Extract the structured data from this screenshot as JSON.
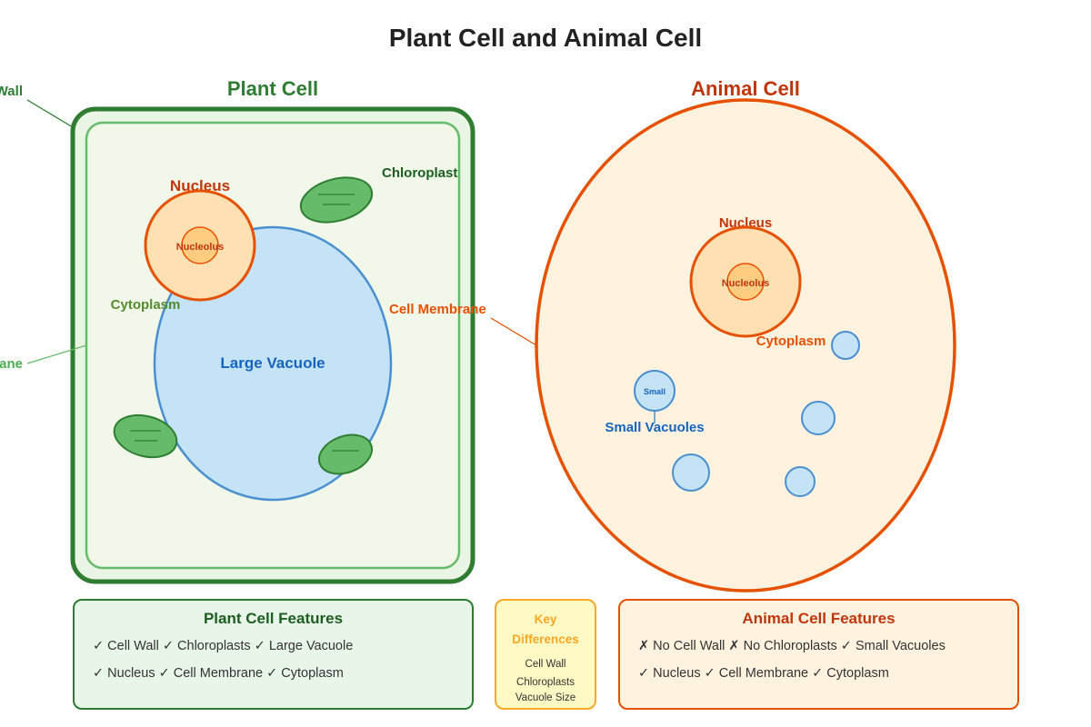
{
  "title": "Plant Cell and Animal Cell",
  "plant_cell": {
    "title": "Plant Cell",
    "labels": {
      "cell_wall": "Cell Wall",
      "cell_membrane": "Cell Membrane",
      "nucleus": "Nucleus",
      "nucleolus": "Nucleolus",
      "chloroplast": "Chloroplast",
      "cytoplasm": "Cytoplasm",
      "vacuole": "Large Vacuole"
    }
  },
  "animal_cell": {
    "title": "Animal Cell",
    "labels": {
      "cell_membrane": "Cell Membrane",
      "nucleus": "Nucleus",
      "nucleolus": "Nucleolus",
      "cytoplasm": "Cytoplasm",
      "small_vacuole": "Small",
      "small_vacuoles": "Small Vacuoles"
    }
  },
  "plant_features": {
    "title": "Plant Cell Features",
    "line1": "✓ Cell Wall ✓ Chloroplasts ✓ Large Vacuole",
    "line2": "✓ Nucleus ✓ Cell Membrane ✓ Cytoplasm"
  },
  "key_differences": {
    "title_line1": "Key",
    "title_line2": "Differences",
    "items": [
      "Cell Wall",
      "Chloroplasts",
      "Vacuole Size"
    ]
  },
  "animal_features": {
    "title": "Animal Cell Features",
    "line1": "✗ No Cell Wall ✗ No Chloroplasts ✓ Small Vacuoles",
    "line2": "✓ Nucleus ✓ Cell Membrane ✓ Cytoplasm"
  },
  "colors": {
    "plant_dark": "#2e7d32",
    "plant_light": "#66bb6a",
    "animal_accent": "#e65100",
    "nucleus_fill": "#ffe0b2",
    "vacuole_fill": "#c5e3f6",
    "vacuole_stroke": "#4a90d0"
  }
}
